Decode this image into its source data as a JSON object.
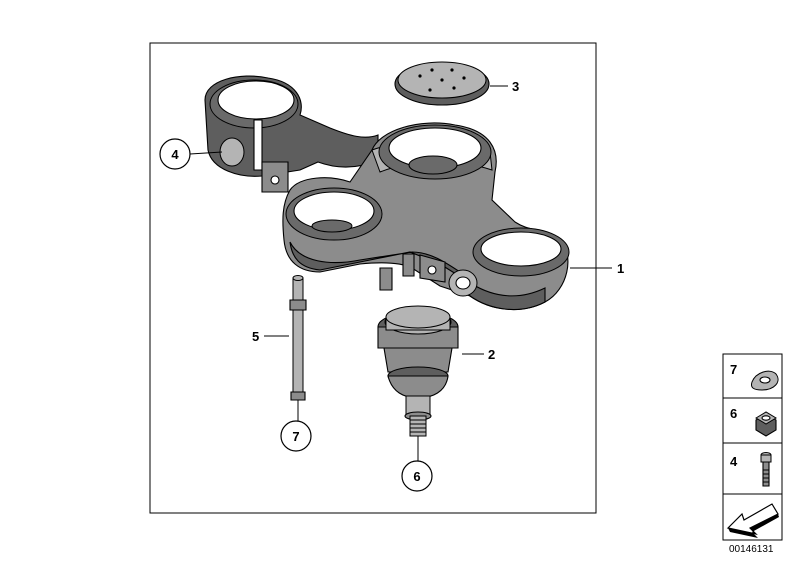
{
  "diagram": {
    "callouts": {
      "c1": "1",
      "c2": "2",
      "c3": "3",
      "c4": "4",
      "c5": "5",
      "c6": "6",
      "c7": "7"
    },
    "legend": {
      "items": [
        {
          "number": "7",
          "part": "washer-icon"
        },
        {
          "number": "6",
          "part": "hex-nut-icon"
        },
        {
          "number": "4",
          "part": "socket-screw-icon"
        }
      ],
      "footer_symbol": "arrow-icon"
    },
    "diagram_id": "00146131"
  }
}
